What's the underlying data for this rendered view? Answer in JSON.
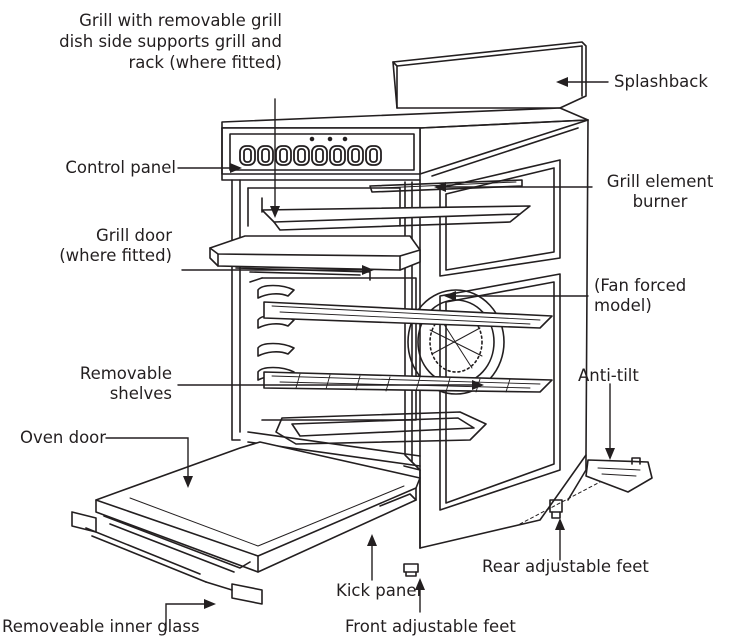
{
  "labels": {
    "grill_removable_lines": [
      "Grill with removable grill",
      "dish side supports grill and",
      "rack (where fitted)"
    ],
    "splashback": "Splashback",
    "control_panel": "Control panel",
    "grill_element_lines": [
      "Grill element",
      "burner"
    ],
    "grill_door_lines": [
      "Grill door",
      "(where fitted)"
    ],
    "fan_forced_lines": [
      "(Fan forced",
      "model)"
    ],
    "removable_shelves_lines": [
      "Removable",
      "shelves"
    ],
    "anti_tilt": "Anti-tilt",
    "oven_door": "Oven door",
    "rear_adjustable_feet": "Rear adjustable feet",
    "kick_panel": "Kick panel",
    "removeable_inner_glass": "Removeable inner glass",
    "front_adjustable_feet": "Front adjustable feet"
  }
}
